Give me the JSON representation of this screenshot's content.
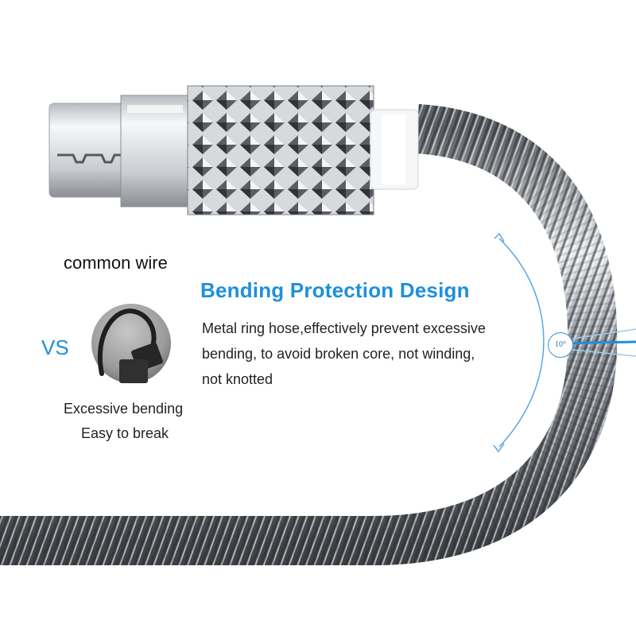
{
  "design": {
    "heading": "Bending Protection Design",
    "description_lines": [
      "Metal ring hose,effectively prevent excessive",
      "bending, to avoid broken core, not winding,",
      "not knotted"
    ],
    "angle_label": "10°"
  },
  "comparison": {
    "common_label": "common wire",
    "vs_label": "VS",
    "caption_lines": [
      "Excessive bending",
      "Easy to break"
    ]
  },
  "colors": {
    "accent": "#1e8fdc",
    "metal": "#9aa0a6",
    "text": "#222222"
  }
}
